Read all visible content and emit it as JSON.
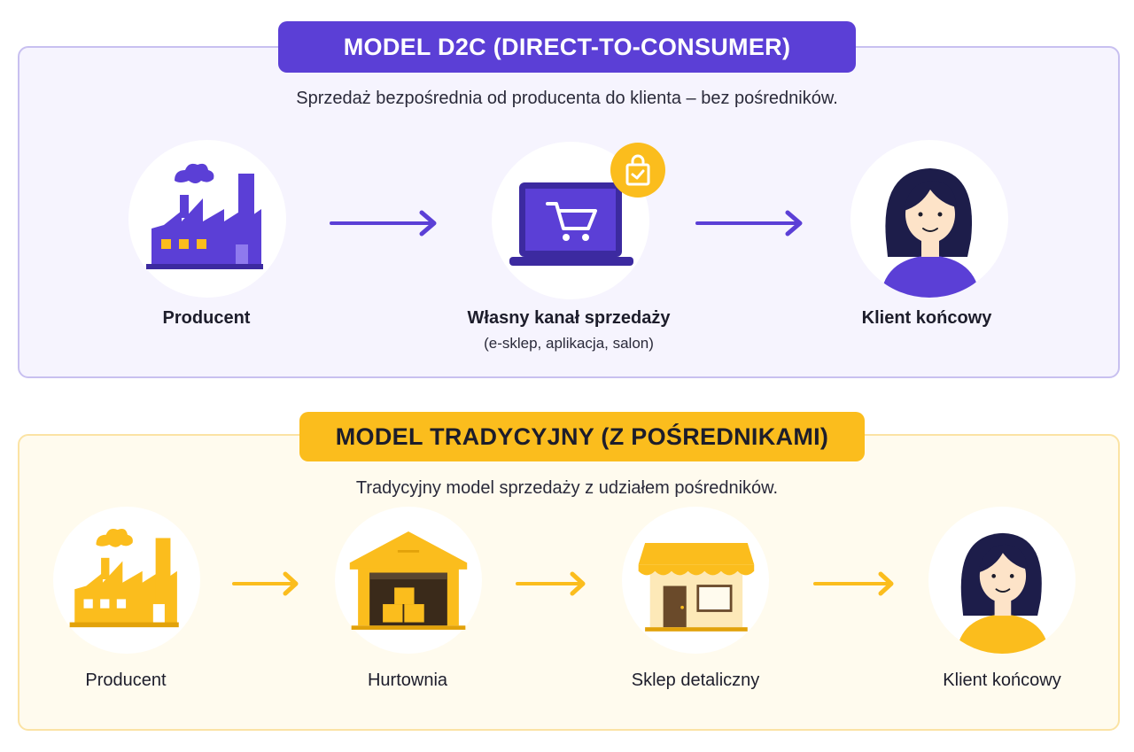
{
  "d2c": {
    "title": "MODEL D2C (DIRECT-TO-CONSUMER)",
    "subtitle": "Sprzedaż bezpośrednia od producenta do klienta – bez pośredników.",
    "nodes": [
      {
        "label": "Producent",
        "icon": "factory-icon"
      },
      {
        "label": "Własny kanał sprzedaży",
        "sublabel": "(e-sklep, aplikacja, salon)",
        "icon": "laptop-cart-icon"
      },
      {
        "label": "Klient końcowy",
        "icon": "customer-icon"
      }
    ]
  },
  "traditional": {
    "title": "MODEL TRADYCYJNY (Z POŚREDNIKAMI)",
    "subtitle": "Tradycyjny model sprzedaży z udziałem pośredników.",
    "nodes": [
      {
        "label": "Producent",
        "icon": "factory-icon"
      },
      {
        "label": "Hurtownia",
        "icon": "warehouse-icon"
      },
      {
        "label": "Sklep detaliczny",
        "icon": "store-icon"
      },
      {
        "label": "Klient końcowy",
        "icon": "customer-icon"
      }
    ]
  },
  "colors": {
    "purple": "#5b3fd6",
    "purple_light": "#f6f4fe",
    "yellow": "#fbbd1d",
    "yellow_light": "#fffbee",
    "dark": "#1d1d2b"
  }
}
